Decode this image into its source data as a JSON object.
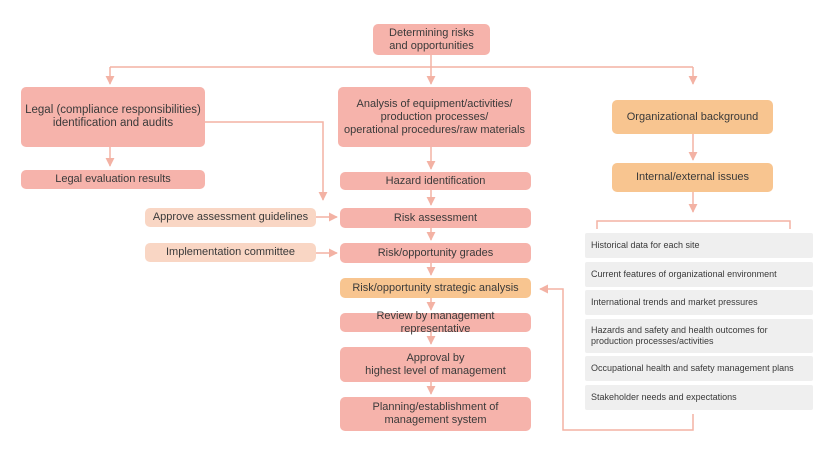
{
  "top": "Determining risks\nand opportunities",
  "left_column": {
    "legal": "Legal (compliance responsibilities)\nidentification and audits",
    "legal_results": "Legal evaluation results",
    "guidelines": "Approve assessment guidelines",
    "committee": "Implementation committee"
  },
  "center_column": {
    "analysis": "Analysis of equipment/activities/\nproduction processes/\noperational procedures/raw materials",
    "hazard": "Hazard identification",
    "risk_assessment": "Risk assessment",
    "grades": "Risk/opportunity grades",
    "strategic": "Risk/opportunity strategic analysis",
    "review": "Review by management representative",
    "approval": "Approval by\nhighest level of management",
    "planning": "Planning/establishment of\nmanagement system"
  },
  "right_column": {
    "org_background": "Organizational background",
    "issues": "Internal/external issues",
    "items": [
      "Historical data for each site",
      "Current features of organizational environment",
      "International trends and market pressures",
      "Hazards and safety and health outcomes for\nproduction processes/activities",
      "Occupational health and safety management plans",
      "Stakeholder needs and expectations"
    ]
  },
  "colors": {
    "main_box": "#f6b3ab",
    "input_box": "#f9d6c4",
    "highlight_box": "#f8c590",
    "connector": "#f3b2a4",
    "list_bg": "#efefef"
  }
}
